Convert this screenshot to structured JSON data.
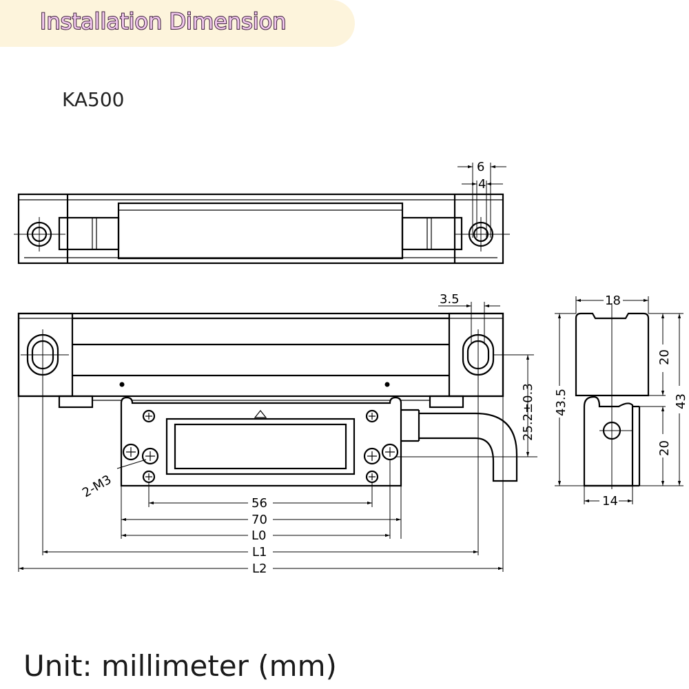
{
  "header": {
    "title": "Installation Dimension"
  },
  "model": "KA500",
  "unit_note": "Unit: millimeter (mm)",
  "colors": {
    "banner_bg": "#fdf4dc",
    "title_fill": "#f2c8ee",
    "title_outline": "#3a1e3a",
    "line": "#000000"
  },
  "dimensions": {
    "top_outer": "6",
    "top_inner": "4",
    "hole_offset": "3.5",
    "height_offset": "25.2±0.3",
    "hole_pitch": "56",
    "reader_length": "70",
    "l0": "L0",
    "l1": "L1",
    "l2": "L2",
    "thread": "2-M3",
    "side_width": "18",
    "side_upper": "20",
    "side_lower": "20",
    "side_total": "43",
    "side_height": "43.5",
    "side_base": "14"
  }
}
